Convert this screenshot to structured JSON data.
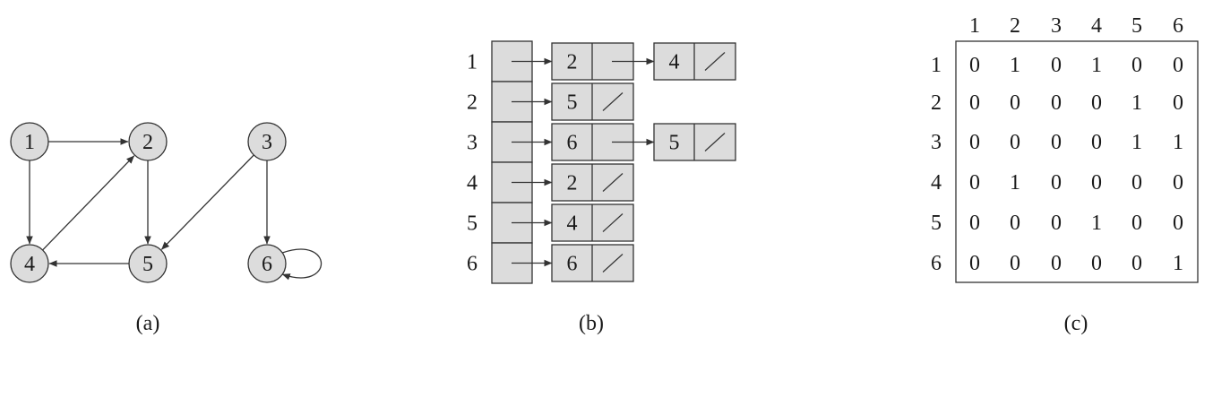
{
  "colors": {
    "node_fill": "#dcdcdc",
    "stroke": "#333333",
    "background": "#ffffff"
  },
  "panel_a": {
    "caption": "(a)",
    "nodes": [
      "1",
      "2",
      "3",
      "4",
      "5",
      "6"
    ],
    "edges": [
      [
        "1",
        "2"
      ],
      [
        "1",
        "4"
      ],
      [
        "2",
        "5"
      ],
      [
        "3",
        "5"
      ],
      [
        "3",
        "6"
      ],
      [
        "4",
        "2"
      ],
      [
        "5",
        "4"
      ],
      [
        "6",
        "6"
      ]
    ]
  },
  "panel_b": {
    "caption": "(b)",
    "rows": [
      {
        "label": "1",
        "list": [
          "2",
          "4"
        ]
      },
      {
        "label": "2",
        "list": [
          "5"
        ]
      },
      {
        "label": "3",
        "list": [
          "6",
          "5"
        ]
      },
      {
        "label": "4",
        "list": [
          "2"
        ]
      },
      {
        "label": "5",
        "list": [
          "4"
        ]
      },
      {
        "label": "6",
        "list": [
          "6"
        ]
      }
    ]
  },
  "panel_c": {
    "caption": "(c)",
    "col_headers": [
      "1",
      "2",
      "3",
      "4",
      "5",
      "6"
    ],
    "row_headers": [
      "1",
      "2",
      "3",
      "4",
      "5",
      "6"
    ],
    "matrix": [
      [
        "0",
        "1",
        "0",
        "1",
        "0",
        "0"
      ],
      [
        "0",
        "0",
        "0",
        "0",
        "1",
        "0"
      ],
      [
        "0",
        "0",
        "0",
        "0",
        "1",
        "1"
      ],
      [
        "0",
        "1",
        "0",
        "0",
        "0",
        "0"
      ],
      [
        "0",
        "0",
        "0",
        "1",
        "0",
        "0"
      ],
      [
        "0",
        "0",
        "0",
        "0",
        "0",
        "1"
      ]
    ]
  }
}
